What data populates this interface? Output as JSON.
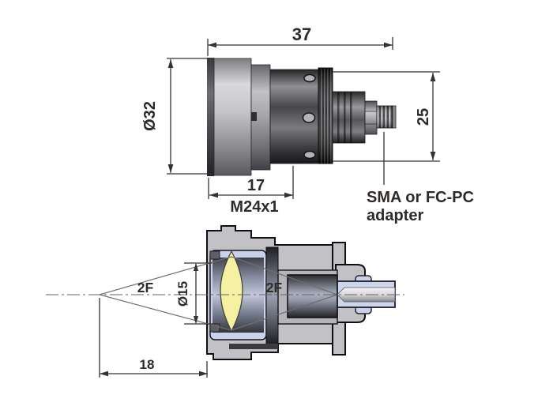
{
  "drawing_type": "fiber collimator technical drawing, side view and cross-section",
  "colors": {
    "background": "#ffffff",
    "dimension_line": "#37322f",
    "text": "#2e2a28",
    "housing_gray": "#c2c1c6",
    "lens_yellow": "#f6f1a2",
    "glass_lavender": "#c9d1ec",
    "fiber_stub": "#ccd4ee"
  },
  "labels": {
    "total_length": "37",
    "body_diameter": "Ø32",
    "rear_height": "25",
    "front_length": "17",
    "thread": "M24x1",
    "adapter_line1": "SMA or FC-PC",
    "adapter_line2": "adapter",
    "focal_left": "2F",
    "focal_right": "2F",
    "lens_diameter": "Ø15",
    "focal_distance": "18"
  }
}
